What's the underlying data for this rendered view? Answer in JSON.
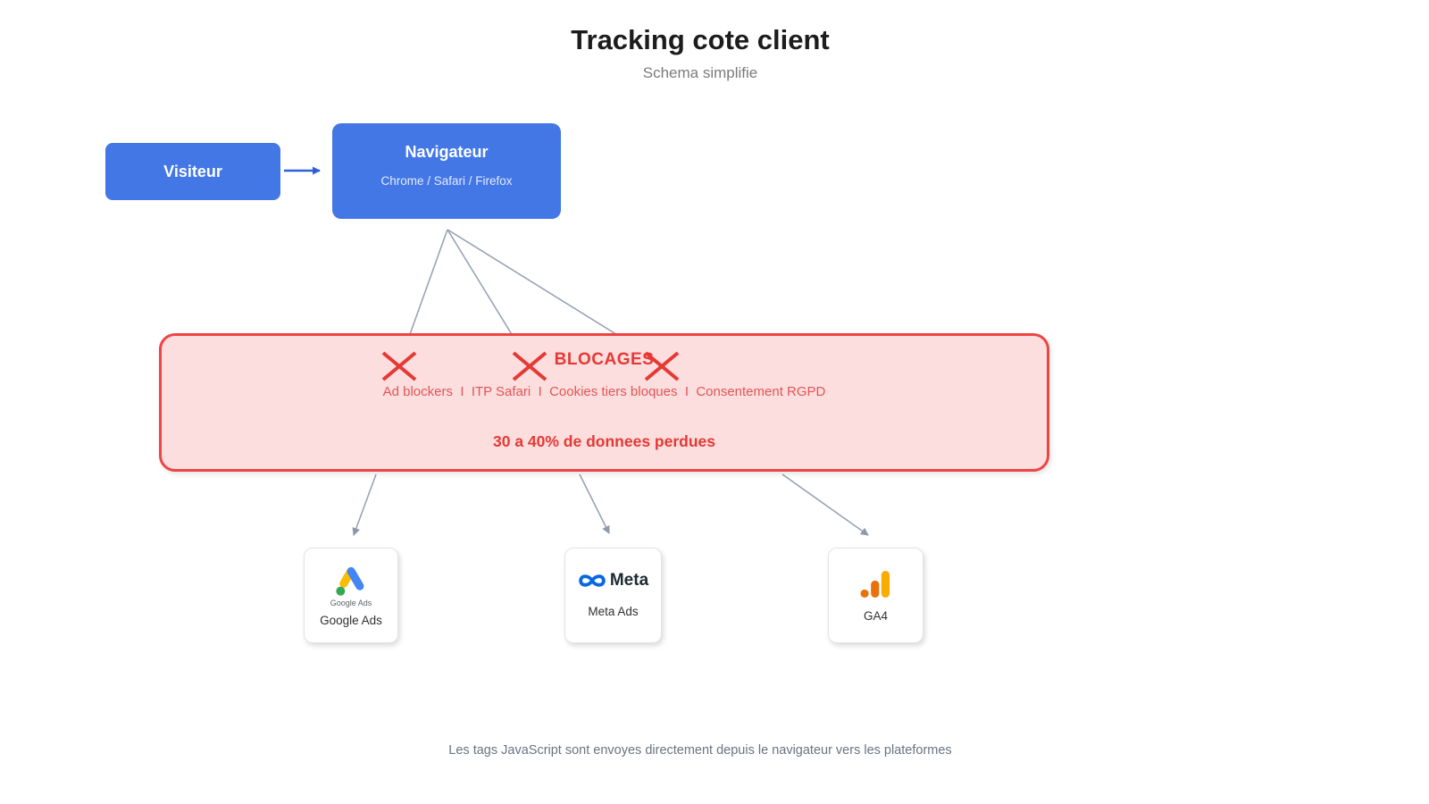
{
  "header": {
    "title": "Tracking cote client",
    "subtitle": "Schema simplifie"
  },
  "nodes": {
    "visiteur": {
      "label": "Visiteur"
    },
    "navigateur": {
      "label": "Navigateur",
      "sublabel": "Chrome / Safari / Firefox"
    }
  },
  "blocages": {
    "title": "BLOCAGES",
    "items": "Ad blockers  I  ITP Safari  I  Cookies tiers bloques  I  Consentement RGPD",
    "loss": "30 a 40% de donnees perdues"
  },
  "platforms": [
    {
      "label": "Google Ads",
      "logo_caption": "Google Ads"
    },
    {
      "label": "Meta Ads",
      "logo_text": "Meta"
    },
    {
      "label": "GA4"
    }
  ],
  "footer": {
    "note": "Les tags JavaScript sont envoyes directement depuis le navigateur vers les plateformes"
  },
  "icons": {
    "x_mark": "x-mark-icon",
    "google_ads": "google-ads-logo-icon",
    "meta": "meta-infinity-icon",
    "ga4": "ga4-bars-icon"
  },
  "colors": {
    "node_blue": "#4377e6",
    "arrow_blue": "#2f5fd8",
    "connector_gray": "#9aa2b5",
    "alert_red": "#e53935",
    "alert_border": "#ef4444",
    "alert_bg": "#fcdede",
    "google_blue": "#4285F4",
    "google_yellow": "#FBBC04",
    "google_green": "#34A853",
    "meta_blue": "#0668E1",
    "ga_orange": "#F9AB00",
    "ga_dark_orange": "#E8710A"
  }
}
